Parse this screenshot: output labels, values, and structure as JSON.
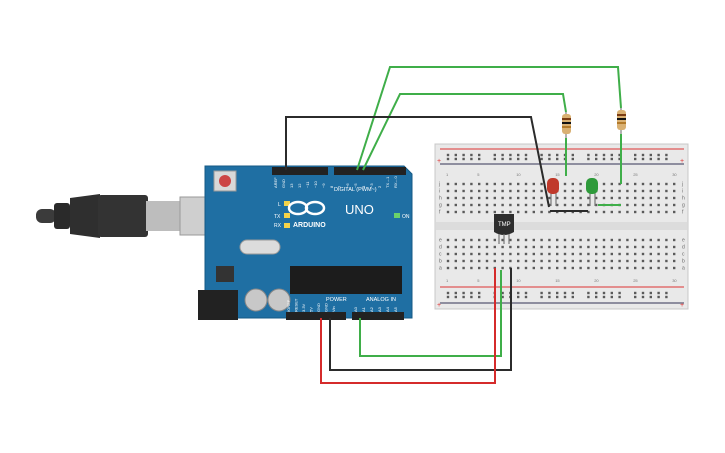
{
  "arduino": {
    "brand_text": "ARDUINO",
    "model_text": "UNO",
    "on_label": "ON",
    "digital_label": "DIGITAL (PWM~)",
    "power_label": "POWER",
    "analog_label": "ANALOG IN",
    "l_label": "L",
    "tx_label": "TX",
    "rx_label": "RX",
    "digital_pins": [
      "AREF",
      "GND",
      "13",
      "12",
      "~11",
      "~10",
      "~9",
      "8",
      "7",
      "~6",
      "~5",
      "4",
      "~3",
      "2",
      "TX→1",
      "RX←0"
    ],
    "power_pins": [
      "IOREF",
      "RESET",
      "3.3V",
      "5V",
      "GND",
      "GND",
      "Vin"
    ],
    "analog_pins": [
      "A0",
      "A1",
      "A2",
      "A3",
      "A4",
      "A5"
    ]
  },
  "breadboard": {
    "column_numbers": [
      "1",
      "",
      "",
      "",
      "5",
      "",
      "",
      "",
      "",
      "10",
      "",
      "",
      "",
      "",
      "15",
      "",
      "",
      "",
      "",
      "20",
      "",
      "",
      "",
      "",
      "25",
      "",
      "",
      "",
      "",
      "30"
    ],
    "top_row_letters": [
      "j",
      "i",
      "h",
      "g",
      "f"
    ],
    "bottom_row_letters": [
      "e",
      "d",
      "c",
      "b",
      "a"
    ],
    "rail_plus": "+",
    "rail_minus": "−"
  },
  "components": {
    "sensor_label": "TMP"
  },
  "colors": {
    "board": "#1a5c8a",
    "wire_green": "#3fae49",
    "wire_black": "#2b2b2b",
    "wire_red": "#d52b2b",
    "led_red": "#c0392b",
    "led_green": "#2e9a3a"
  }
}
